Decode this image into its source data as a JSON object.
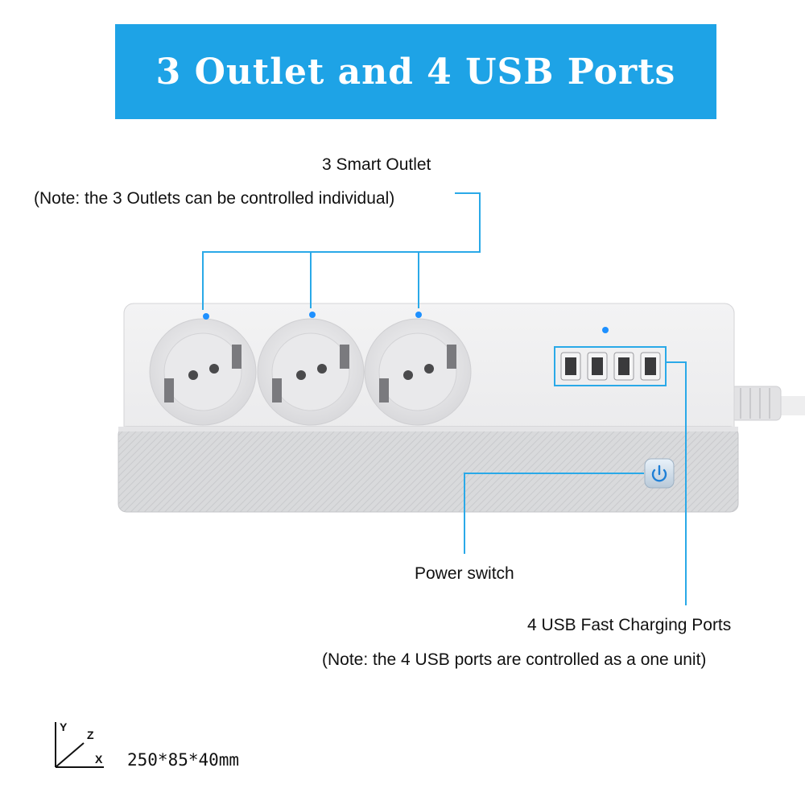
{
  "banner": {
    "title": "3 Outlet and 4 USB Ports"
  },
  "callouts": {
    "outlets_title": "3 Smart Outlet",
    "outlets_note": "(Note: the 3 Outlets can be controlled individual)",
    "power_switch": "Power switch",
    "usb_title": "4 USB Fast Charging Ports",
    "usb_note": "(Note: the 4 USB ports are controlled as a one unit)"
  },
  "axes": {
    "y": "Y",
    "z": "Z",
    "x": "X"
  },
  "dimensions": "250*85*40mm",
  "colors": {
    "accent": "#1ea3e6",
    "callout_line": "#2aa9e8",
    "indicator": "#1e90ff"
  },
  "icons": [
    "power-icon",
    "outlet-icon",
    "usb-port-icon",
    "axes-icon"
  ]
}
